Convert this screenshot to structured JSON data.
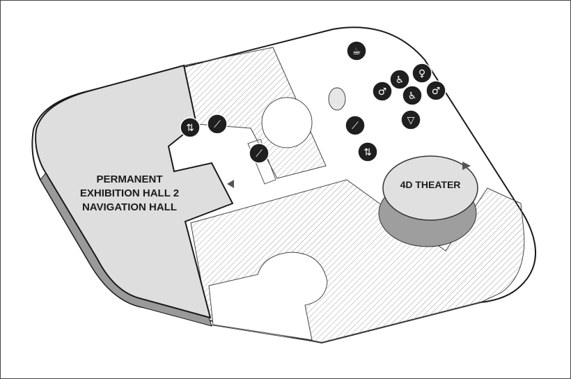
{
  "map": {
    "halls": {
      "permanent_exhibition": {
        "line1": "PERMANENT",
        "line2": "EXHIBITION HALL 2",
        "line3": "NAVIGATION HALL"
      },
      "theater": {
        "label": "4D THEATER"
      }
    },
    "icons": [
      {
        "name": "cafe-icon",
        "glyph": "☕"
      },
      {
        "name": "accessible-restroom-icon-1",
        "glyph": "♿"
      },
      {
        "name": "accessible-restroom-icon-2",
        "glyph": "♿"
      },
      {
        "name": "womens-restroom-icon",
        "glyph": "♀"
      },
      {
        "name": "mens-restroom-icon-1",
        "glyph": "♂"
      },
      {
        "name": "mens-restroom-icon-2",
        "glyph": "♂"
      },
      {
        "name": "drinking-water-icon",
        "glyph": "▽"
      },
      {
        "name": "elevator-icon-left",
        "glyph": "⇅"
      },
      {
        "name": "escalator-icon-left",
        "glyph": "⟋"
      },
      {
        "name": "escalator-icon-center",
        "glyph": "⟋"
      },
      {
        "name": "escalator-icon-right",
        "glyph": "⟋"
      },
      {
        "name": "elevator-icon-right",
        "glyph": "⇅"
      }
    ],
    "colors": {
      "hall_fill": "#dedede",
      "hall_side": "#9a9a9a",
      "outline": "#1a1a1a",
      "icon_bg": "#1f1f1f",
      "hatch": "#9a9a9a"
    }
  }
}
